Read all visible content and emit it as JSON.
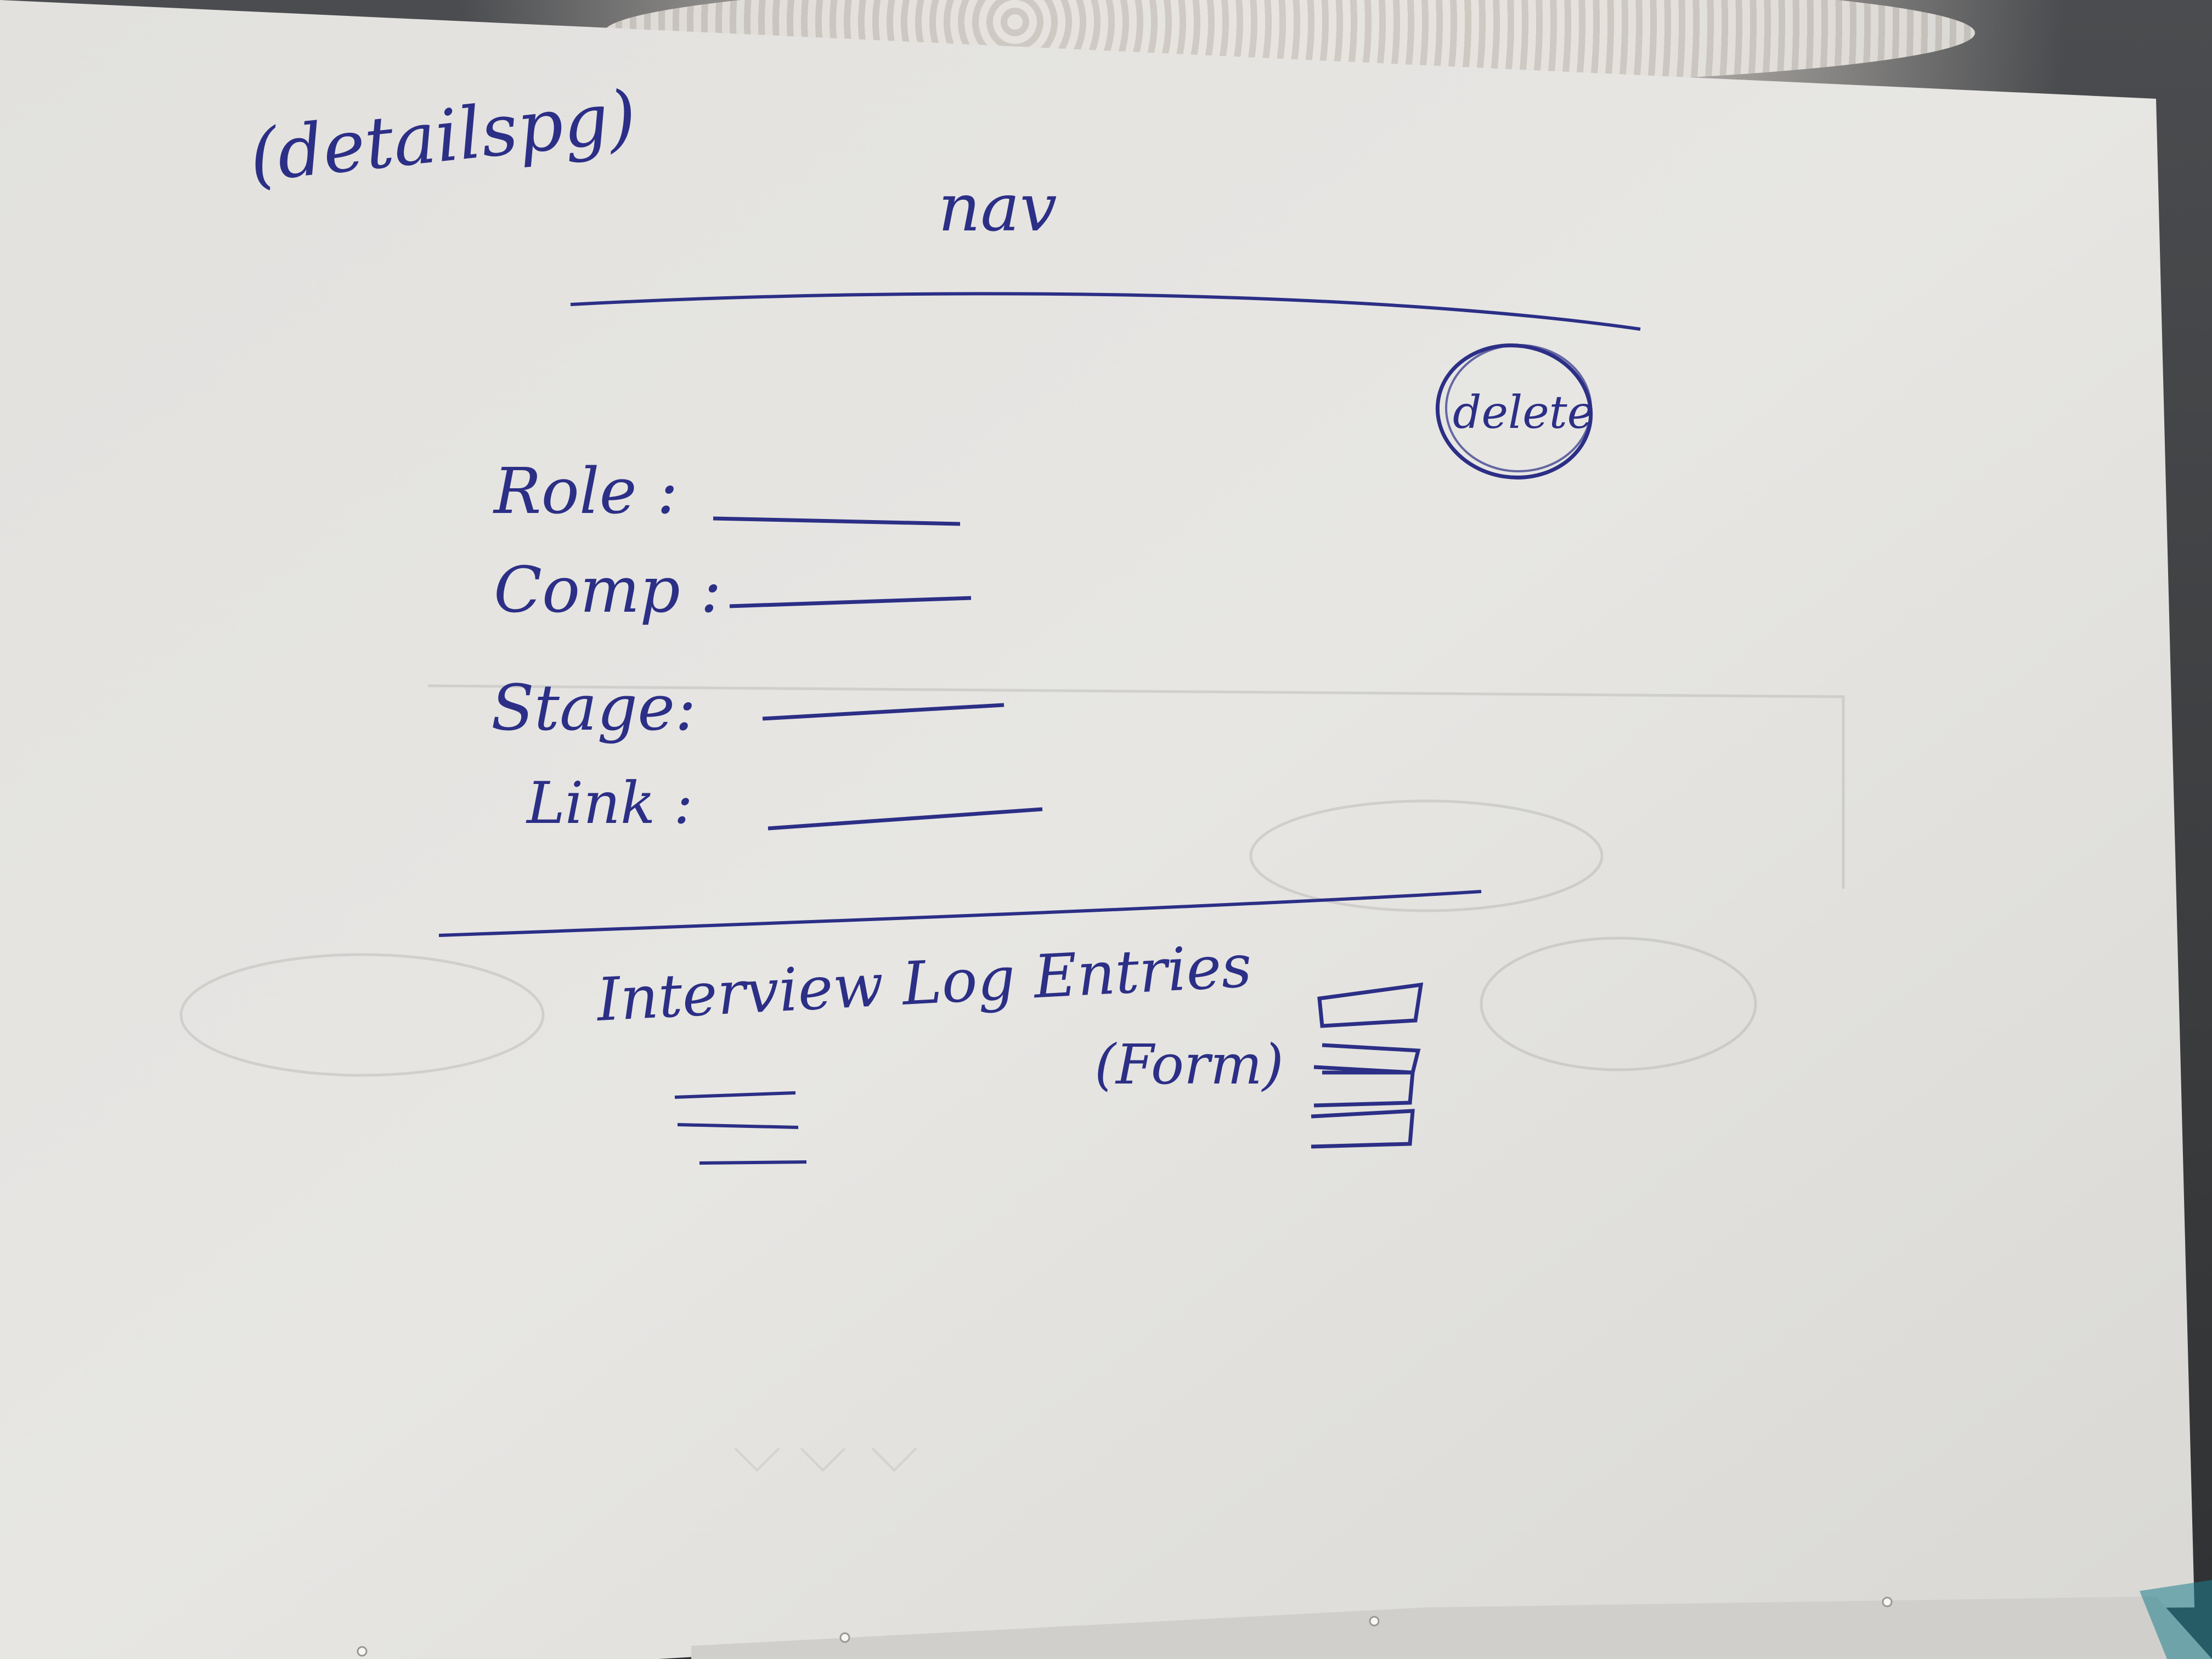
{
  "page_label": "(detailspg)",
  "nav_label": "nav",
  "delete_label": "delete",
  "fields": [
    {
      "label": "Role :"
    },
    {
      "label": "Comp :"
    },
    {
      "label": "Stage:"
    },
    {
      "label": "Link :"
    }
  ],
  "log_section": {
    "title": "Interview Log Entries",
    "form_label": "(Form)"
  },
  "colors": {
    "ink": "#2c2f86",
    "paper": "#e4e3e0",
    "backdrop": "#3c3f41"
  }
}
